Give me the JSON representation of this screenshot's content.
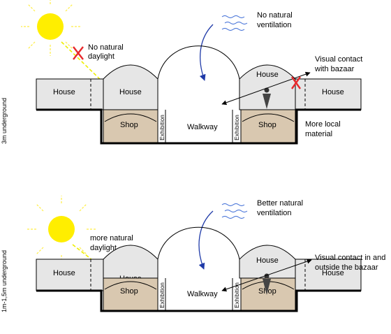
{
  "colors": {
    "house_fill": "#e6e6e6",
    "shop_fill": "#d9c8b0",
    "sun": "#ffee00",
    "sun_rays": "#ffee44",
    "daylight_line": "#eeee00",
    "ventilation_arrow": "#1f3aa8",
    "wind_lines": "#3a6ad6",
    "cross": "#e8282b",
    "outline": "#000000"
  },
  "icons": {
    "sun": "sun-icon",
    "wind": "wind-icon",
    "cross": "cross-mark-icon",
    "eye": "eye-viewpoint-icon"
  },
  "top": {
    "side_label": "3m underground",
    "daylight_label_line1": "No natural",
    "daylight_label_line2": "daylight",
    "ventilation_label_line1": "No natural",
    "ventilation_label_line2": "ventilation",
    "visual_label_line1": "Visual contact",
    "visual_label_line2": "with bazaar",
    "material_label_line1": "More local",
    "material_label_line2": "material",
    "house_left": "House",
    "house_inner_left": "House",
    "house_inner_right": "House",
    "house_right": "House",
    "shop_left": "Shop",
    "shop_right": "Shop",
    "exhibition_left": "Exhibition",
    "exhibition_right": "Exhibition",
    "walkway": "Walkway"
  },
  "bottom": {
    "side_label": "1m-1,5m underground",
    "daylight_label_line1": "more natural",
    "daylight_label_line2": "daylight",
    "ventilation_label_line1": "Better natural",
    "ventilation_label_line2": "ventilation",
    "visual_label_line1": "Visual contact in and",
    "visual_label_line2": "outside the bazaar",
    "house_left": "House",
    "house_inner_left": "House",
    "house_inner_right": "House",
    "house_right": "House",
    "shop_left": "Shop",
    "shop_right": "Shop",
    "exhibition_left": "Exhibition",
    "exhibition_right": "Exhibition",
    "walkway": "Walkway"
  }
}
